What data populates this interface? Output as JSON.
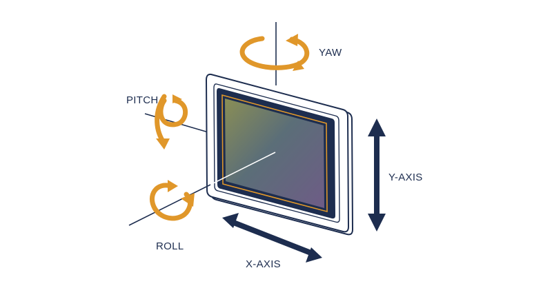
{
  "labels": {
    "yaw": "YAW",
    "pitch": "PITCH",
    "roll": "ROLL",
    "x_axis": "X-AXIS",
    "y_axis": "Y-AXIS"
  },
  "colors": {
    "navy": "#1d2d4f",
    "orange": "#e0972a",
    "sensor_green": "#7f8f5a",
    "sensor_blue": "#52617e",
    "sensor_purple": "#6f5f86"
  },
  "icons": {
    "yaw": "yaw-rotation-arrow-icon",
    "pitch": "pitch-rotation-arrow-icon",
    "roll": "roll-rotation-arrow-icon",
    "x_axis": "x-axis-double-arrow-icon",
    "y_axis": "y-axis-double-arrow-icon"
  }
}
